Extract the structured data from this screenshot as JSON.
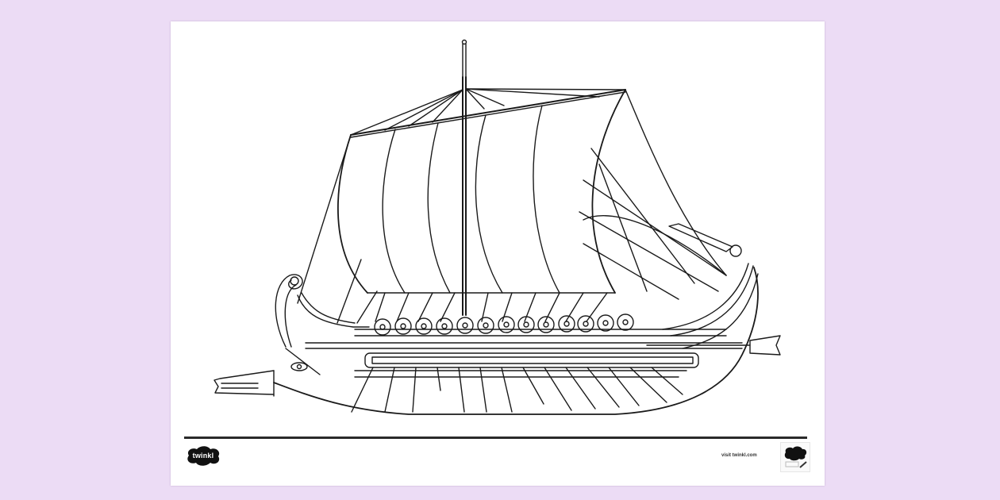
{
  "background_color": "#ecdcf5",
  "page": {
    "background_color": "#ffffff",
    "illustration": {
      "subject": "Ancient Greek trireme warship line drawing (colouring sheet)",
      "line_color": "#1a1a1a",
      "shield_count": 13,
      "oar_count": 14,
      "icon": "ship-icon"
    },
    "footer": {
      "left_logo": {
        "text": "twinkl",
        "icon": "twinkl-cloud-logo-icon"
      },
      "site_text": "visit twinkl.com",
      "right_logo": {
        "icon": "twinkl-colour-pencil-logo-icon"
      }
    }
  }
}
